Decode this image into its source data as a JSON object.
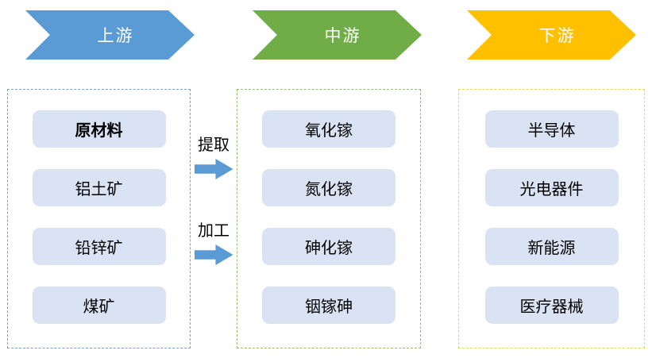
{
  "stages": [
    {
      "label": "上游",
      "accent": "#5B9BD5",
      "items": [
        "原材料",
        "铝土矿",
        "铅锌矿",
        "煤矿"
      ]
    },
    {
      "label": "中游",
      "accent": "#70AD47",
      "items": [
        "氧化镓",
        "氮化镓",
        "砷化镓",
        "铟镓砷"
      ]
    },
    {
      "label": "下游",
      "accent": "#FFC000",
      "items": [
        "半导体",
        "光电器件",
        "新能源",
        "医疗器械"
      ]
    }
  ],
  "connectors": [
    {
      "label": "提取"
    },
    {
      "label": "加工"
    }
  ],
  "colors": {
    "upstream_accent": "#5B9BD5",
    "midstream_accent": "#70AD47",
    "downstream_accent": "#FFC000",
    "item_box_fill": "#DAE3F3",
    "flow_arrow": "#5B9BD5",
    "text": "#000000",
    "stage_text": "#FFFFFF"
  }
}
